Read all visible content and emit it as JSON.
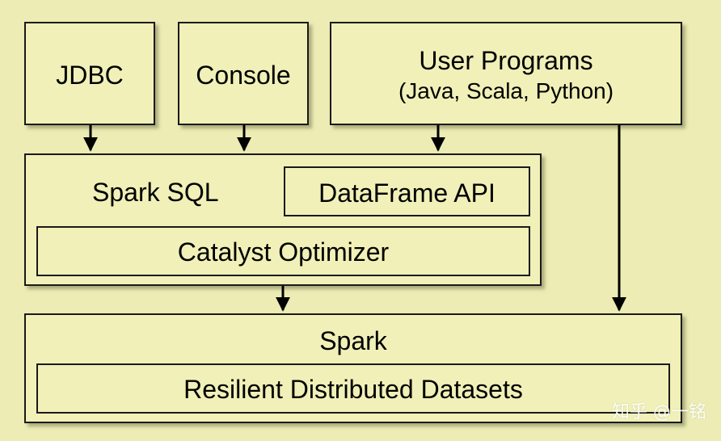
{
  "top_row": {
    "jdbc": "JDBC",
    "console": "Console",
    "user_programs": {
      "title": "User Programs",
      "subtitle": "(Java, Scala, Python)"
    }
  },
  "spark_sql": {
    "title": "Spark SQL",
    "dataframe_api": "DataFrame API",
    "catalyst": "Catalyst Optimizer"
  },
  "spark": {
    "title": "Spark",
    "rdd": "Resilient Distributed Datasets"
  },
  "watermark": "知乎 @一铭",
  "colors": {
    "background": "#ececb4",
    "box_fill": "#f0f0b8",
    "stroke": "#1a1a1a"
  }
}
